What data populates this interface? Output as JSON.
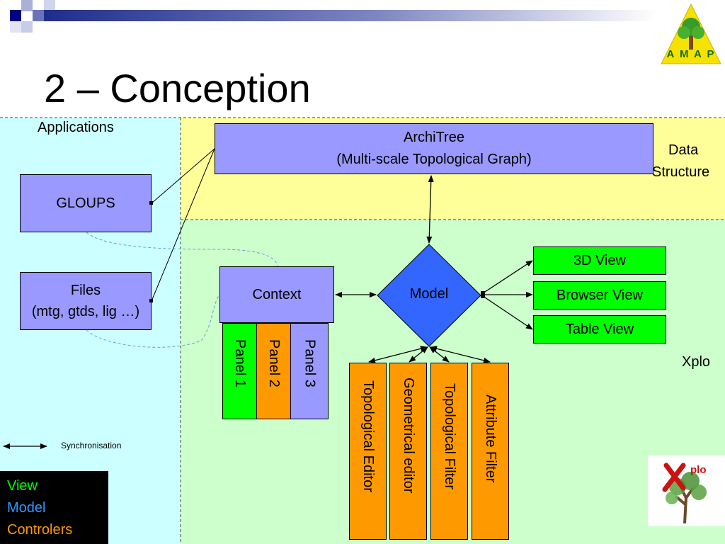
{
  "slide": {
    "title": "2 – Conception"
  },
  "regions": {
    "applications": "Applications",
    "data_structure_line1": "Data",
    "data_structure_line2": "Structure",
    "xplo": "Xplo"
  },
  "boxes": {
    "architree_line1": "ArchiTree",
    "architree_line2": "(Multi-scale Topological Graph)",
    "gloups": "GLOUPS",
    "files_line1": "Files",
    "files_line2": "(mtg, gtds, lig …)",
    "context": "Context",
    "model": "Model",
    "view_3d": "3D View",
    "view_browser": "Browser View",
    "view_table": "Table View",
    "panel_1": "Panel 1",
    "panel_2": "Panel 2",
    "panel_3": "Panel 3",
    "topological_editor": "Topological Editor",
    "geometrical_editor": "Geometrical editor",
    "topological_filter": "Topological Filter",
    "attribute_filter": "Attribute Filter"
  },
  "legend": {
    "synchronisation": "Synchronisation",
    "view": "View",
    "model": "Model",
    "controlers": "Controlers"
  },
  "logos": {
    "amap": "A M A P",
    "xplo": "plo"
  },
  "colors": {
    "applications_bg": "#ccffff",
    "data_structure_bg": "#ffff99",
    "xplo_bg": "#ccffcc",
    "model_blue": "#9999ff",
    "diamond_blue": "#3366ff",
    "view_green": "#00ff00",
    "controller_orange": "#ff9900",
    "legend_view": "#00ff00",
    "legend_model": "#3399ff",
    "legend_controlers": "#ff9900"
  }
}
